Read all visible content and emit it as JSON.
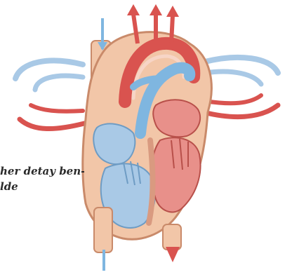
{
  "figure": {
    "subject": "heart cross-section illustration",
    "colors": {
      "oxygenated": "#d9534f",
      "deoxygenated": "#7fb6e0",
      "tissue": "#f2c6a8",
      "outline": "#c98a6a",
      "background": "#ffffff"
    },
    "caption_lines": [
      "her detay ben-",
      "lde"
    ]
  }
}
